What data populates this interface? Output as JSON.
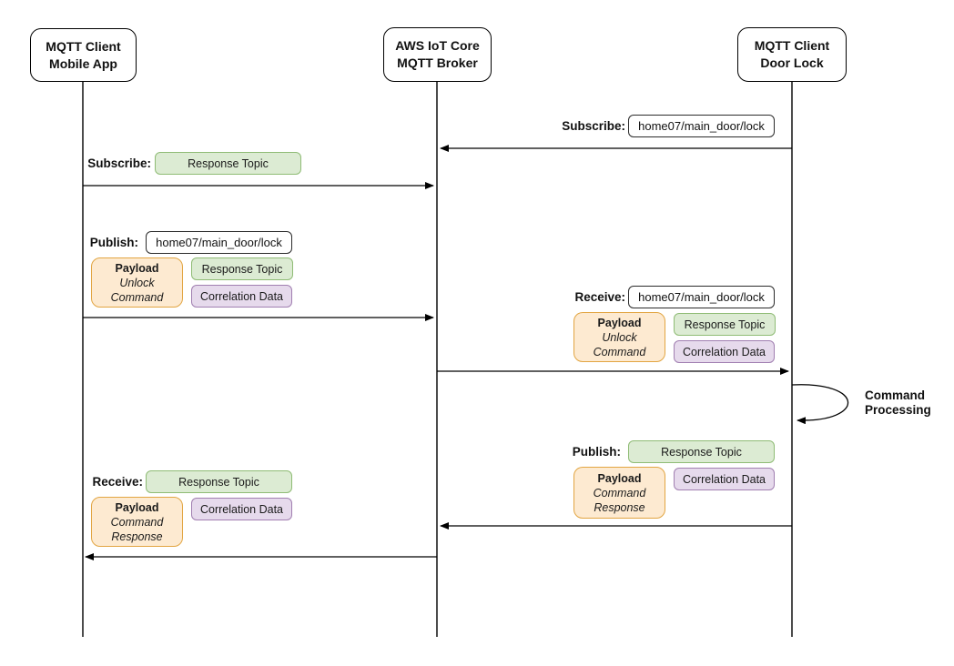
{
  "actors": [
    {
      "line1": "MQTT Client",
      "line2": "Mobile App"
    },
    {
      "line1": "AWS IoT Core",
      "line2": "MQTT Broker"
    },
    {
      "line1": "MQTT Client",
      "line2": "Door Lock"
    }
  ],
  "messages": {
    "m1": {
      "keyword": "Subscribe:",
      "topic": "home07/main_door/lock"
    },
    "m2": {
      "keyword": "Subscribe:",
      "chip": "Response Topic"
    },
    "m3": {
      "keyword": "Publish:",
      "topic": "home07/main_door/lock",
      "payload": {
        "title": "Payload",
        "body": "Unlock Command"
      },
      "chips": {
        "response": "Response Topic",
        "correlation": "Correlation Data"
      }
    },
    "m4": {
      "keyword": "Receive:",
      "topic": "home07/main_door/lock",
      "payload": {
        "title": "Payload",
        "body": "Unlock Command"
      },
      "chips": {
        "response": "Response Topic",
        "correlation": "Correlation Data"
      }
    },
    "m5": {
      "label_line1": "Command",
      "label_line2": "Processing"
    },
    "m6": {
      "keyword": "Publish:",
      "payload": {
        "title": "Payload",
        "body_line1": "Command",
        "body_line2": "Response"
      },
      "chips": {
        "response": "Response Topic",
        "correlation": "Correlation Data"
      }
    },
    "m7": {
      "keyword": "Receive:",
      "payload": {
        "title": "Payload",
        "body_line1": "Command",
        "body_line2": "Response"
      },
      "chips": {
        "response": "Response Topic",
        "correlation": "Correlation Data"
      }
    }
  },
  "colors": {
    "chip_green_fill": "#DCEBD3",
    "chip_green_border": "#8FBC75",
    "chip_purple_fill": "#E6DAEC",
    "chip_purple_border": "#A17FB1",
    "payload_fill": "#FDEAD1",
    "payload_border": "#E2A542",
    "line_color": "#000000"
  }
}
